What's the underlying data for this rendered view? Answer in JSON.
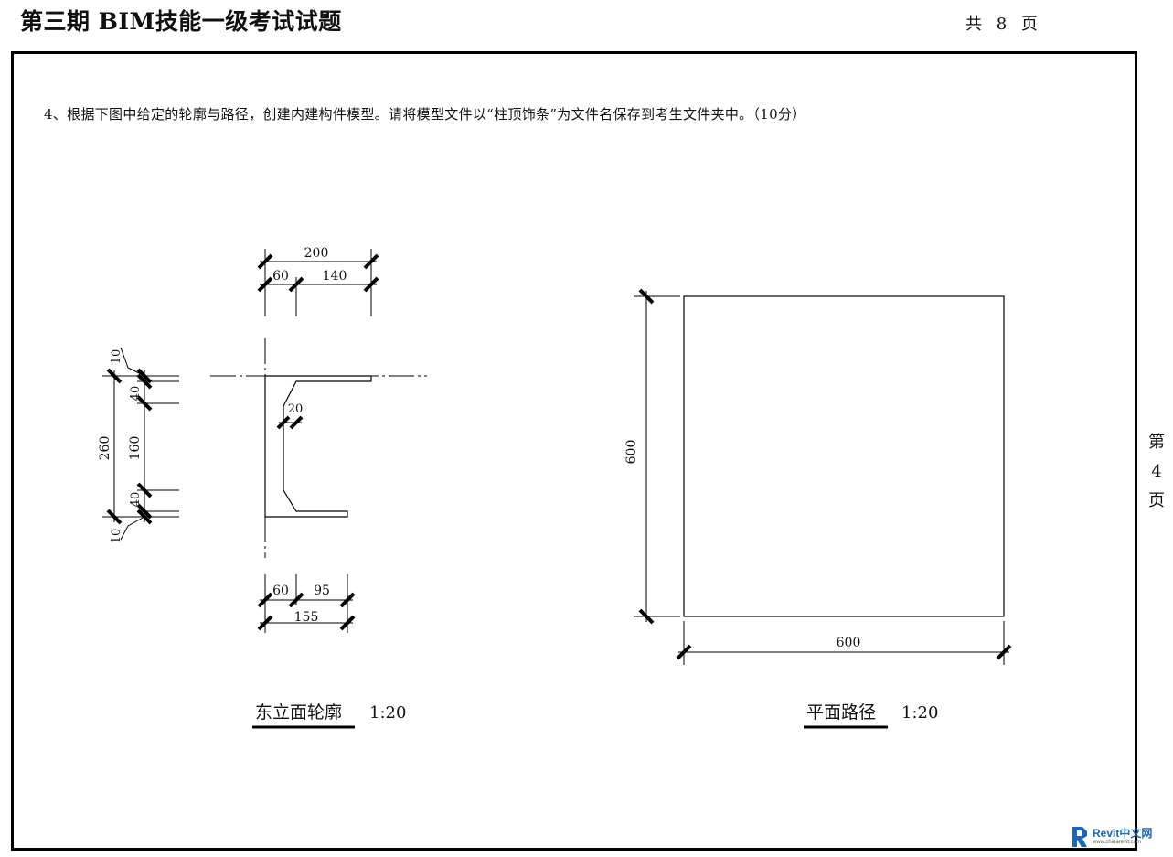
{
  "header": {
    "title": "第三期 BIM技能一级考试试题",
    "page_count": "共 8 页"
  },
  "question": {
    "text": "4、根据下图中给定的轮廓与路径，创建内建构件模型。请将模型文件以“柱顶饰条”为文件名保存到考生文件夹中。（10分）"
  },
  "side_page": [
    "第",
    "4",
    "页"
  ],
  "profile_drawing": {
    "title": "东立面轮廓",
    "scale": "1:20",
    "dims_top": [
      "200",
      "60",
      "140"
    ],
    "dims_left": [
      "10",
      "40",
      "260",
      "160",
      "40",
      "10"
    ],
    "dim_inner": "20",
    "dims_bottom": [
      "60",
      "95",
      "155"
    ]
  },
  "path_drawing": {
    "title": "平面路径",
    "scale": "1:20",
    "dim_vertical": "600",
    "dim_horizontal": "600"
  },
  "watermark": {
    "brand": "Revit中文网",
    "url": "www.chinarevit.com"
  }
}
